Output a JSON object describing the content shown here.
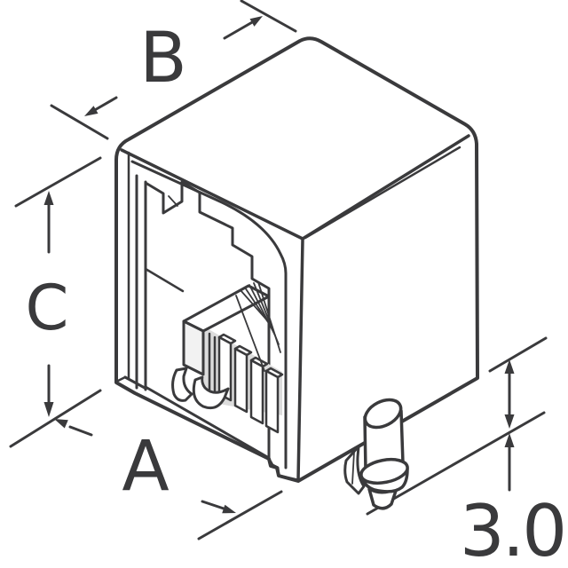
{
  "figure": {
    "labels": {
      "dim_width": "B",
      "dim_height": "C",
      "dim_depth": "A",
      "dim_standoff": "3.0"
    },
    "colors": {
      "line": "#3a3a3c",
      "background": "#ffffff",
      "face": "#ffffff",
      "shaded_face": "#f2f2f2",
      "slot_shadow": "#dcdcdc"
    },
    "icons": [
      "dimension-arrow-icon",
      "extension-line",
      "connector-housing",
      "contact-block",
      "mounting-peg"
    ]
  }
}
